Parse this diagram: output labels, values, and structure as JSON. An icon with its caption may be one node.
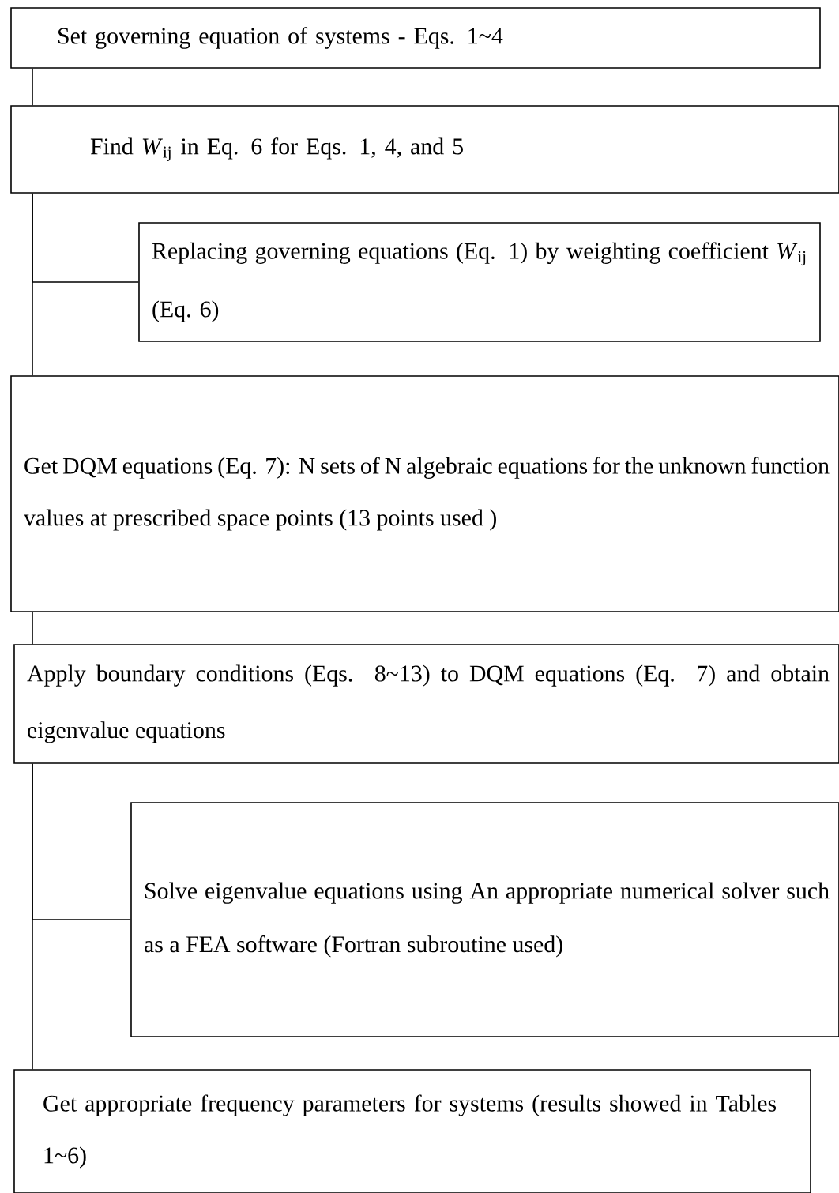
{
  "diagram": {
    "nodes": [
      {
        "text": [
          "Set governing equation of systems - Eqs. 1~4"
        ]
      },
      {
        "text": [
          "Find *W*$_{ij}$ in Eq. 6 for Eqs. 1, 4, and 5"
        ]
      },
      {
        "text": [
          "Replacing governing equations (Eq. 1) by weighting coefficient *W*$_{ij}$ (Eq. 6)"
        ]
      },
      {
        "text": [
          "Get DQM equations (Eq. 7): N sets of N algebraic equations for the unknown function values at prescribed space points (13 points used )"
        ]
      },
      {
        "text": [
          "Apply boundary conditions (Eqs. 8~13) to DQM equations (Eq. 7) and obtain eigenvalue equations"
        ]
      },
      {
        "text": [
          "Solve eigenvalue equations using An appropriate numerical solver such as a FEA software (Fortran subroutine used)"
        ]
      },
      {
        "text": [
          "Get appropriate frequency parameters for systems (results showed in Tables 1~6)"
        ]
      }
    ],
    "edges": [
      {
        "from": 0,
        "to": 1,
        "arrow": "none"
      },
      {
        "from": 1,
        "to": 2,
        "arrow": "none"
      },
      {
        "from": 1,
        "to": 3,
        "arrow": "none"
      },
      {
        "from": 3,
        "to": 4,
        "arrow": "none"
      },
      {
        "from": 4,
        "to": 5,
        "arrow": "none"
      },
      {
        "from": 4,
        "to": 6,
        "arrow": "none"
      }
    ]
  }
}
